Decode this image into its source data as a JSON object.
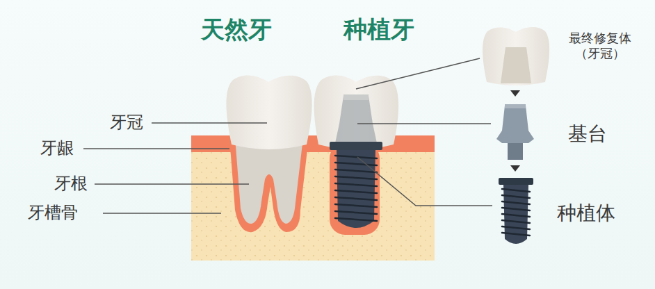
{
  "diagram": {
    "labels": [
      "天然牙",
      "种植牙",
      "牙冠",
      "牙龈",
      "牙根",
      "牙槽骨",
      "最终修复体 （牙冠）",
      "基台",
      "种植体"
    ]
  }
}
